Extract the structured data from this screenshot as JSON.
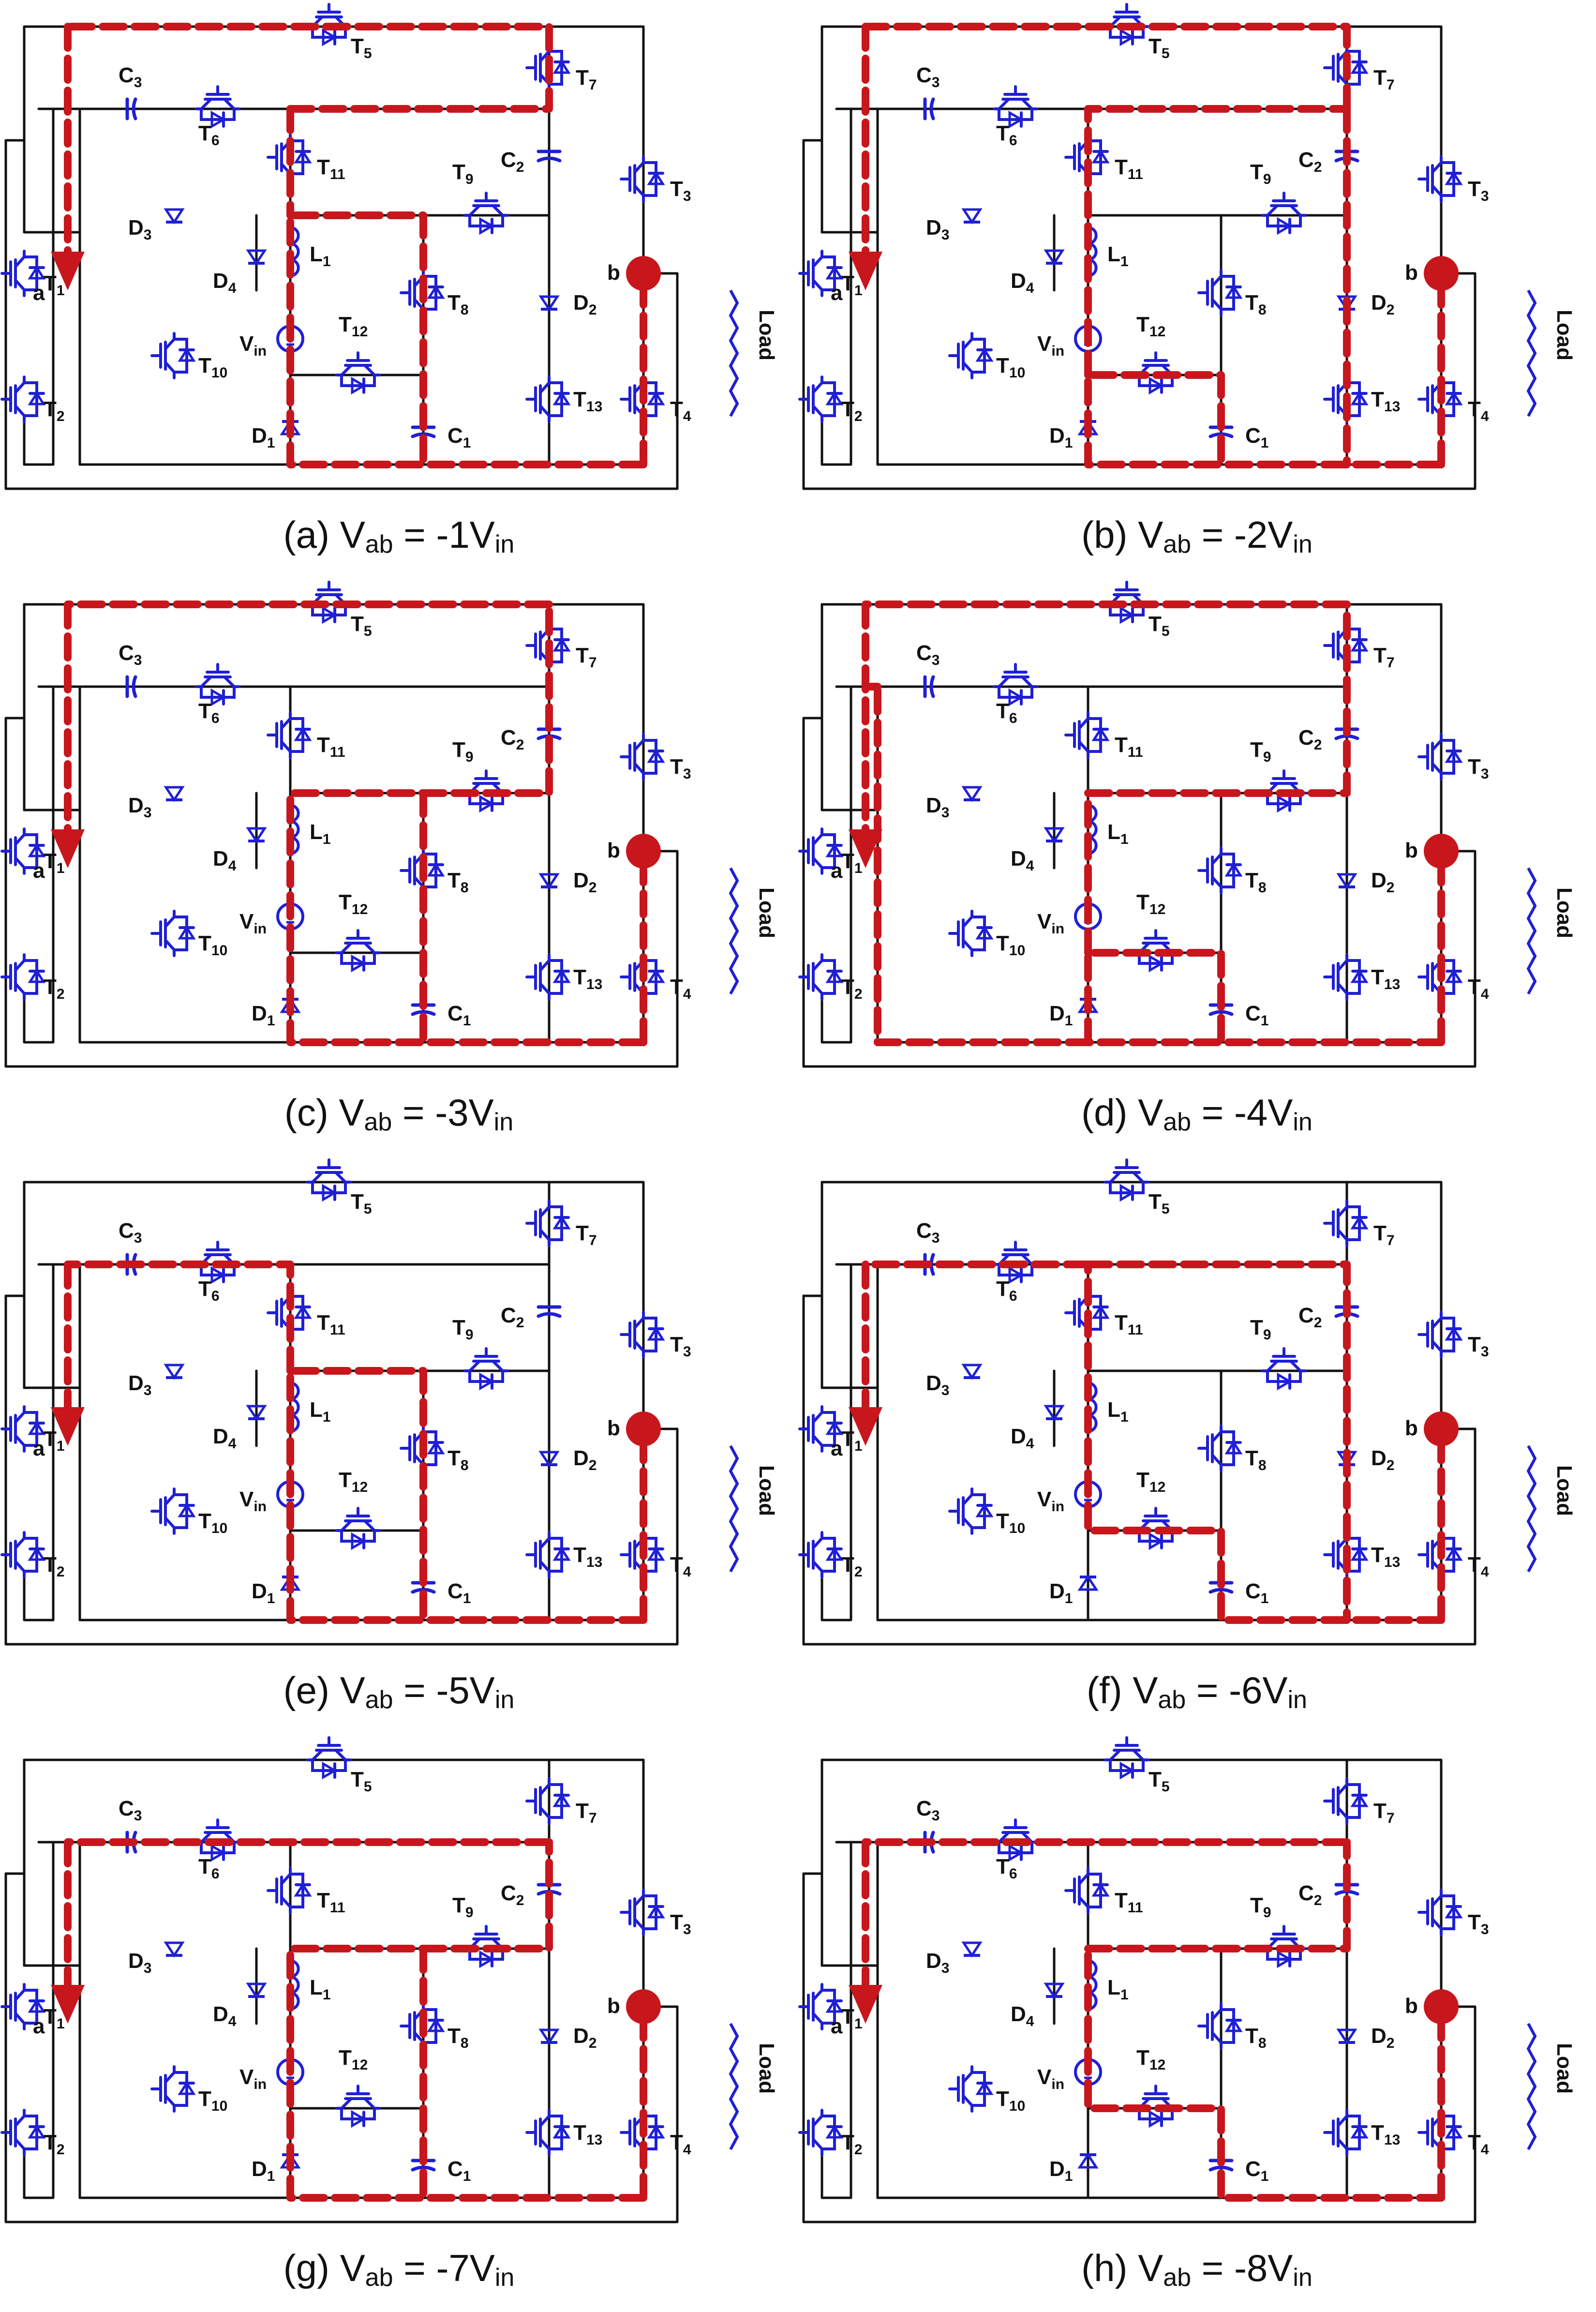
{
  "colors": {
    "wire": "#111111",
    "component": "#1f1fd6",
    "current_path": "#c8161d"
  },
  "labels": {
    "switches": [
      {
        "id": "T1",
        "base": "T",
        "sub": "1"
      },
      {
        "id": "T2",
        "base": "T",
        "sub": "2"
      },
      {
        "id": "T3",
        "base": "T",
        "sub": "3"
      },
      {
        "id": "T4",
        "base": "T",
        "sub": "4"
      },
      {
        "id": "T5",
        "base": "T",
        "sub": "5"
      },
      {
        "id": "T6",
        "base": "T",
        "sub": "6"
      },
      {
        "id": "T7",
        "base": "T",
        "sub": "7"
      },
      {
        "id": "T8",
        "base": "T",
        "sub": "8"
      },
      {
        "id": "T9",
        "base": "T",
        "sub": "9"
      },
      {
        "id": "T10",
        "base": "T",
        "sub": "10"
      },
      {
        "id": "T11",
        "base": "T",
        "sub": "11"
      },
      {
        "id": "T12",
        "base": "T",
        "sub": "12"
      },
      {
        "id": "T13",
        "base": "T",
        "sub": "13"
      }
    ],
    "capacitors": [
      {
        "id": "C1",
        "base": "C",
        "sub": "1"
      },
      {
        "id": "C2",
        "base": "C",
        "sub": "2"
      },
      {
        "id": "C3",
        "base": "C",
        "sub": "3"
      }
    ],
    "diodes": [
      {
        "id": "D1",
        "base": "D",
        "sub": "1"
      },
      {
        "id": "D2",
        "base": "D",
        "sub": "2"
      },
      {
        "id": "D3",
        "base": "D",
        "sub": "3"
      },
      {
        "id": "D4",
        "base": "D",
        "sub": "4"
      }
    ],
    "inductor": {
      "base": "L",
      "sub": "1"
    },
    "source": {
      "base": "V",
      "sub": "in"
    },
    "node_a": "a",
    "node_b": "b",
    "load": "Load"
  },
  "panels": [
    {
      "tag": "(a)",
      "prefix": "V",
      "prefix_sub": "ab",
      "value": " = -1V",
      "value_sub": "in",
      "level": -1,
      "path": "a"
    },
    {
      "tag": "(b)",
      "prefix": "V",
      "prefix_sub": "ab",
      "value": " = -2V",
      "value_sub": "in",
      "level": -2,
      "path": "b"
    },
    {
      "tag": "(c)",
      "prefix": "V",
      "prefix_sub": "ab",
      "value": " = -3V",
      "value_sub": "in",
      "level": -3,
      "path": "c"
    },
    {
      "tag": "(d)",
      "prefix": "V",
      "prefix_sub": "ab",
      "value": " = -4V",
      "value_sub": "in",
      "level": -4,
      "path": "d"
    },
    {
      "tag": "(e)",
      "prefix": "V",
      "prefix_sub": "ab",
      "value": " = -5V",
      "value_sub": "in",
      "level": -5,
      "path": "e"
    },
    {
      "tag": "(f)",
      "prefix": "V",
      "prefix_sub": "ab",
      "value": " = -6V",
      "value_sub": "in",
      "level": -6,
      "path": "f"
    },
    {
      "tag": "(g)",
      "prefix": "V",
      "prefix_sub": "ab",
      "value": " = -7V",
      "value_sub": "in",
      "level": -7,
      "path": "g"
    },
    {
      "tag": "(h)",
      "prefix": "V",
      "prefix_sub": "ab",
      "value": " = -8V",
      "value_sub": "in",
      "level": -8,
      "path": "h"
    }
  ]
}
